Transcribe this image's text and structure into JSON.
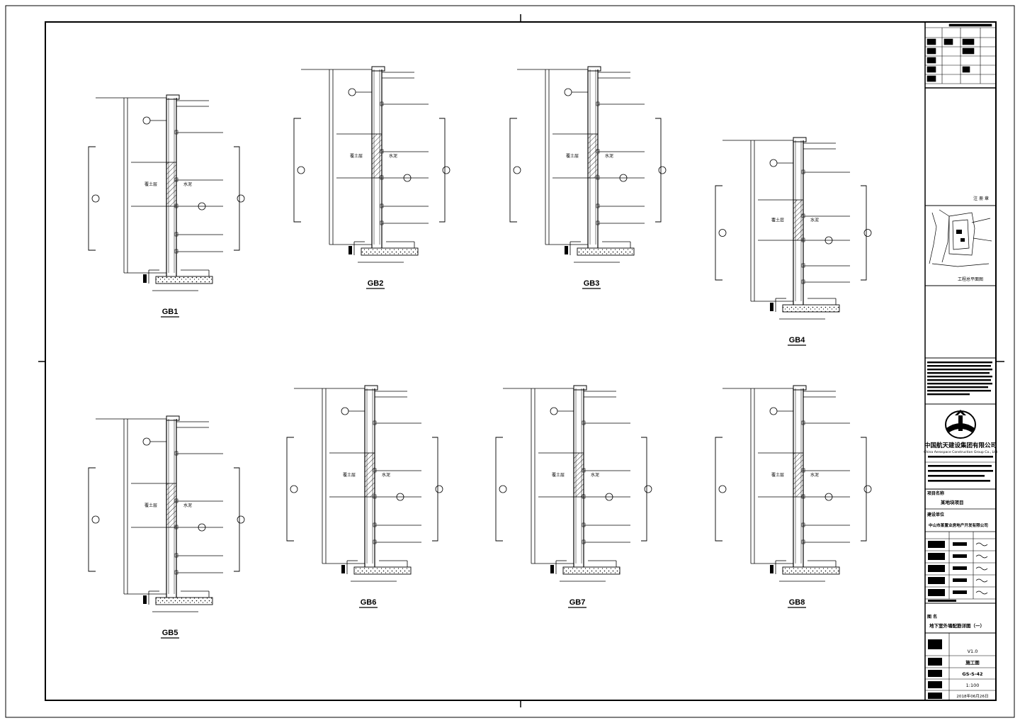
{
  "sheet": {
    "sections": [
      {
        "label": "GB1",
        "fill_label": "覆土层",
        "wall_label": "水泥"
      },
      {
        "label": "GB2",
        "fill_label": "覆土层",
        "wall_label": "水泥"
      },
      {
        "label": "GB3",
        "fill_label": "覆土层",
        "wall_label": "水泥"
      },
      {
        "label": "GB4",
        "fill_label": "覆土层",
        "wall_label": "水泥"
      },
      {
        "label": "GB5",
        "fill_label": "覆土层",
        "wall_label": "水泥"
      },
      {
        "label": "GB6",
        "fill_label": "覆土层",
        "wall_label": "水泥"
      },
      {
        "label": "GB7",
        "fill_label": "覆土层",
        "wall_label": "水泥"
      },
      {
        "label": "GB8",
        "fill_label": "覆土层",
        "wall_label": "水泥"
      }
    ]
  },
  "title_block": {
    "company_cn": "中国航天建设集团有限公司",
    "company_en": "China Aerospace Construction Group Co., Ltd",
    "keyplan_label": "工程总平面图",
    "seal_label": "注 册 章",
    "project_label": "项目名称",
    "project_name": "某地块项目",
    "client_label": "建设单位",
    "client_name": "中山市某置业房地产开发有限公司",
    "sheet_title_label": "图 名",
    "sheet_title": "地下室外墙配筋详图（一）",
    "version": "V1.0",
    "stage": "施工图",
    "drawing_no": "GS-S-42",
    "scale": "1:100",
    "date": "2018年06月26日"
  }
}
